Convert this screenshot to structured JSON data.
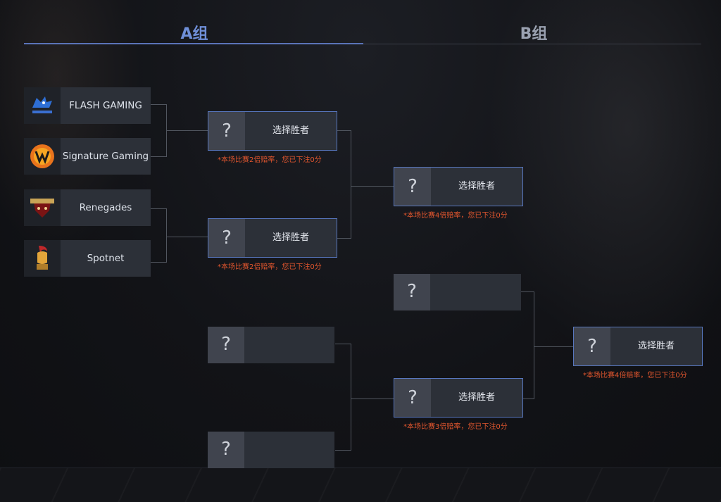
{
  "group_tabs": {
    "a": "A组",
    "b": "B组"
  },
  "teams": [
    {
      "name": "FLASH GAMING",
      "logo": "flash-gaming-logo"
    },
    {
      "name": "Signature Gaming",
      "logo": "signature-gaming-logo"
    },
    {
      "name": "Renegades",
      "logo": "renegades-logo"
    },
    {
      "name": "Spotnet",
      "logo": "spotnet-logo"
    }
  ],
  "unknown_symbol": "?",
  "slots": {
    "r2_1": {
      "label": "选择胜者",
      "odds": "*本场比赛2倍赔率，您已下注0分"
    },
    "r2_2": {
      "label": "选择胜者",
      "odds": "*本场比赛2倍赔率，您已下注0分"
    },
    "r2_3": {
      "label": ""
    },
    "r2_4": {
      "label": ""
    },
    "r3_1": {
      "label": "选择胜者",
      "odds": "*本场比赛4倍赔率，您已下注0分"
    },
    "r3_2": {
      "label": ""
    },
    "r3_3": {
      "label": "选择胜者",
      "odds": "*本场比赛3倍赔率，您已下注0分"
    },
    "final": {
      "label": "选择胜者",
      "odds": "*本场比赛4倍赔率，您已下注0分"
    }
  },
  "colors": {
    "accent": "#5877bf",
    "odds_text": "#e2562e",
    "tab_active": "#6f8fd8"
  }
}
